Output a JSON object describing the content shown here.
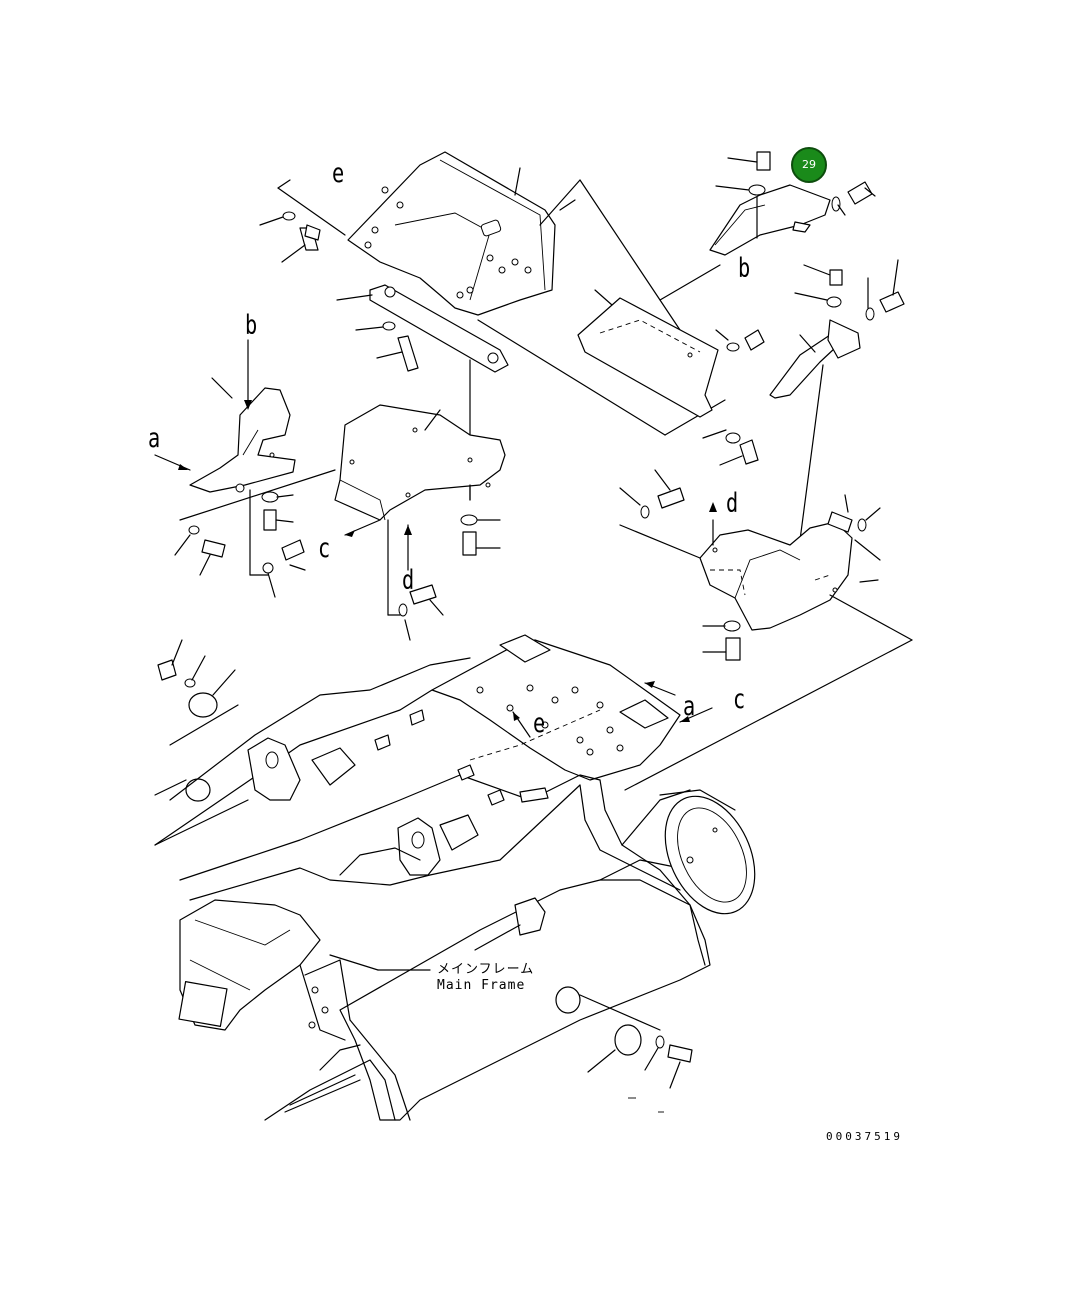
{
  "diagram": {
    "reference_letters": {
      "e_top": "e",
      "b_right": "b",
      "b_left": "b",
      "a_left": "a",
      "c_left": "c",
      "d_left": "d",
      "d_right": "d",
      "a_frame": "a",
      "c_frame": "c",
      "e_frame": "e"
    },
    "main_frame_label_jp": "メインフレーム",
    "main_frame_label_en": "Main Frame",
    "document_number": "00037519",
    "callout": {
      "number": "29",
      "color": "#1a8a1a"
    }
  }
}
